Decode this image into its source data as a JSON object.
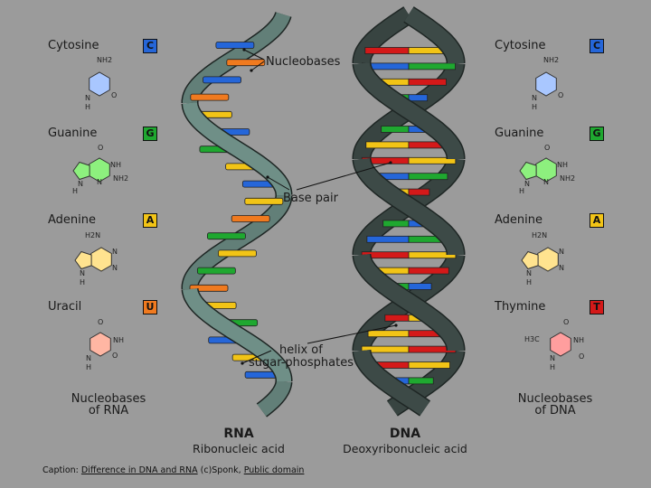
{
  "colors": {
    "background": "#9b9b9b",
    "rna_backbone": "#6f8f87",
    "dna_backbone": "#3d4a47",
    "cytosine": "#2566d9",
    "guanine": "#1fa830",
    "adenine": "#f2c416",
    "uracil": "#f07a1f",
    "thymine": "#d41919"
  },
  "left_bases": [
    {
      "name": "Cytosine",
      "letter": "C",
      "color": "#2566d9",
      "ring": "#a9c7ff"
    },
    {
      "name": "Guanine",
      "letter": "G",
      "color": "#1fa830",
      "ring": "#8df07e"
    },
    {
      "name": "Adenine",
      "letter": "A",
      "color": "#f2c416",
      "ring": "#ffe38f"
    },
    {
      "name": "Uracil",
      "letter": "U",
      "color": "#f07a1f",
      "ring": "#ffb6a3"
    }
  ],
  "right_bases": [
    {
      "name": "Cytosine",
      "letter": "C",
      "color": "#2566d9",
      "ring": "#a9c7ff"
    },
    {
      "name": "Guanine",
      "letter": "G",
      "color": "#1fa830",
      "ring": "#8df07e"
    },
    {
      "name": "Adenine",
      "letter": "A",
      "color": "#f2c416",
      "ring": "#ffe38f"
    },
    {
      "name": "Thymine",
      "letter": "T",
      "color": "#d41919",
      "ring": "#ff9e9e"
    }
  ],
  "chem": {
    "nh2": "NH2",
    "nh": "NH",
    "n": "N",
    "h": "H",
    "o": "O",
    "h2n": "H2N",
    "h3c": "H3C"
  },
  "callouts": {
    "nucleobases": "Nucleobases",
    "base_pair": "Base pair",
    "helix_line1": "helix of",
    "helix_line2": "sugar-phosphates"
  },
  "footers": {
    "rna_bases_line1": "Nucleobases",
    "rna_bases_line2": "of RNA",
    "dna_bases_line1": "Nucleobases",
    "dna_bases_line2": "of DNA",
    "rna_title": "RNA",
    "rna_subtitle": "Ribonucleic acid",
    "dna_title": "DNA",
    "dna_subtitle": "Deoxyribonucleic acid"
  },
  "caption": {
    "prefix": "Caption: ",
    "link1": "Difference in DNA and RNA",
    "middle": " (c)Sponk, ",
    "link2": "Public domain"
  },
  "rna_rungs": [
    "cytosine",
    "uracil",
    "cytosine",
    "uracil",
    "adenine",
    "cytosine",
    "guanine",
    "adenine",
    "cytosine",
    "adenine",
    "uracil",
    "guanine",
    "adenine",
    "guanine",
    "uracil",
    "adenine",
    "guanine",
    "cytosine",
    "adenine",
    "cytosine"
  ],
  "dna_rungs": [
    [
      "thymine",
      "adenine"
    ],
    [
      "cytosine",
      "guanine"
    ],
    [
      "adenine",
      "thymine"
    ],
    [
      "guanine",
      "cytosine"
    ],
    [
      "thymine",
      "adenine"
    ],
    [
      "guanine",
      "cytosine"
    ],
    [
      "adenine",
      "thymine"
    ],
    [
      "thymine",
      "adenine"
    ],
    [
      "cytosine",
      "guanine"
    ],
    [
      "adenine",
      "thymine"
    ],
    [
      "thymine",
      "adenine"
    ],
    [
      "guanine",
      "cytosine"
    ],
    [
      "cytosine",
      "guanine"
    ],
    [
      "thymine",
      "adenine"
    ],
    [
      "adenine",
      "thymine"
    ],
    [
      "guanine",
      "cytosine"
    ],
    [
      "cytosine",
      "guanine"
    ],
    [
      "thymine",
      "adenine"
    ],
    [
      "adenine",
      "thymine"
    ],
    [
      "adenine",
      "thymine"
    ],
    [
      "thymine",
      "adenine"
    ],
    [
      "cytosine",
      "guanine"
    ]
  ]
}
